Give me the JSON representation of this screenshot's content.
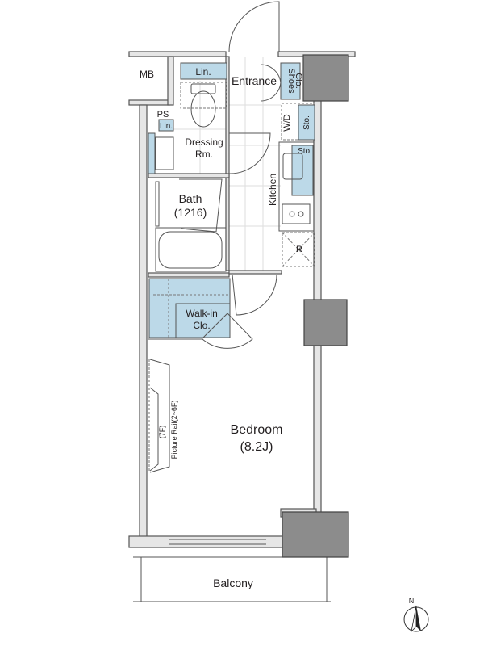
{
  "plan": {
    "rooms": {
      "mb": "MB",
      "linen_top": "Lin.",
      "entrance": "Entrance",
      "shoes_closet_1": "Shoes",
      "shoes_closet_2": "Clo.",
      "ps": "PS",
      "linen_small": "Lin.",
      "dressing_1": "Dressing",
      "dressing_2": "Rm.",
      "wd": "W/D",
      "storage_1": "Sto.",
      "storage_2": "Sto.",
      "kitchen": "Kitchen",
      "bath_1": "Bath",
      "bath_2": "(1216)",
      "refrigerator": "R",
      "walkin_1": "Walk-in",
      "walkin_2": "Clo.",
      "picture_rail": "Picture Rail(2~6F)",
      "picture_rail_7f": "(7F)",
      "bedroom_1": "Bedroom",
      "bedroom_2": "(8.2J)",
      "balcony": "Balcony"
    },
    "compass": {
      "label": "N"
    },
    "colors": {
      "closet_fill": "#bcd9e8",
      "column_fill": "#8c8c8c"
    }
  }
}
